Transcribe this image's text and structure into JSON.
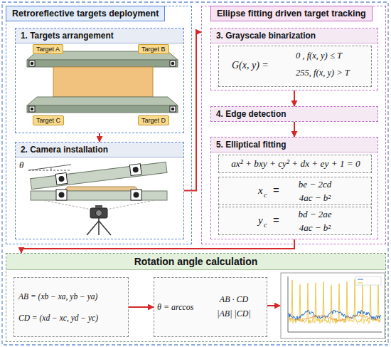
{
  "diagram": {
    "nodes": [
      {
        "text": [
          "Retroreflective targets deployment"
        ]
      },
      {
        "text": [
          "1. Targets arrangement"
        ],
        "in": 0
      },
      {
        "text": [
          "Target A"
        ],
        "in": 1
      },
      {
        "text": [
          "Target B"
        ],
        "in": 1
      },
      {
        "text": [
          "Target C"
        ],
        "in": 1
      },
      {
        "text": [
          "Target D"
        ],
        "in": 1
      },
      {
        "text": [
          "2. Camera installation"
        ],
        "in": 0
      },
      {
        "text": [
          "Ellipse fitting driven target tracking"
        ]
      },
      {
        "text": [
          "3. Grayscale binarization"
        ],
        "in": 7
      },
      {
        "text": [
          "G(x, y) =",
          "0 , f(x, y) ≤ T",
          "255, f(x, y) > T"
        ],
        "in": 8
      },
      {
        "text": [
          "4. Edge detection"
        ],
        "in": 7
      },
      {
        "text": [
          "5. Elliptical fitting"
        ],
        "in": 7
      },
      {
        "text": [
          "ax² + bxy + cy² + dx + ey + 1 = 0"
        ],
        "in": 11
      },
      {
        "text": [
          "x",
          "c",
          "=",
          "be − 2cd",
          "4ac − b²"
        ],
        "in": 11
      },
      {
        "text": [
          "y",
          "c",
          "=",
          "bd − 2ae",
          "4ac − b²"
        ],
        "in": 11
      },
      {
        "text": [
          "Rotation angle calculation"
        ]
      },
      {
        "text": [
          "AB = (xb − xa, yb − ya)",
          "CD = (xd − xc, yd − yc)"
        ],
        "in": 15
      },
      {
        "text": [
          "θ = arccos",
          "AB · CD",
          "|AB| |CD|"
        ],
        "in": 15
      }
    ],
    "edges": [
      {
        "from": 1,
        "to": 6,
        "arrow": "to"
      },
      {
        "from": 6,
        "to": 7,
        "arrow": "to"
      },
      {
        "from": 8,
        "to": 10,
        "arrow": "to"
      },
      {
        "from": 10,
        "to": 11,
        "arrow": "to"
      },
      {
        "from": 11,
        "to": 15,
        "arrow": "to"
      },
      {
        "from": 16,
        "to": 17,
        "arrow": "to"
      }
    ],
    "labels": [
      "θ"
    ]
  }
}
